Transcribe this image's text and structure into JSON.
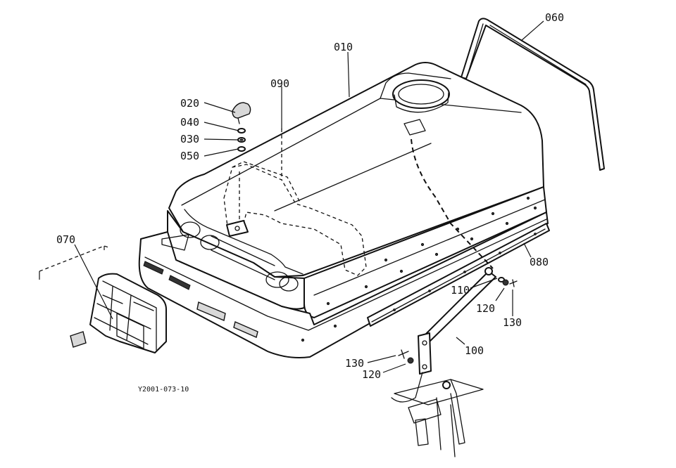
{
  "callouts": {
    "c010": "010",
    "c020": "020",
    "c030": "030",
    "c040": "040",
    "c050": "050",
    "c060": "060",
    "c070": "070",
    "c080": "080",
    "c090": "090",
    "c100": "100",
    "c110": "110",
    "c120a": "120",
    "c120b": "120",
    "c130a": "130",
    "c130b": "130"
  },
  "drawing_code": "Y2001-073-10"
}
